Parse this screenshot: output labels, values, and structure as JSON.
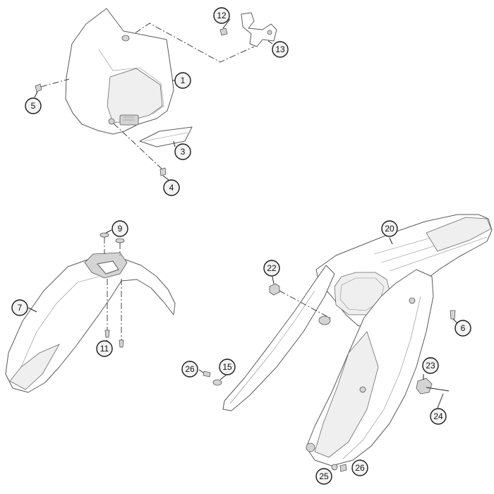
{
  "callouts": [
    {
      "id": "1",
      "label": "1"
    },
    {
      "id": "3",
      "label": "3"
    },
    {
      "id": "4",
      "label": "4"
    },
    {
      "id": "5",
      "label": "5"
    },
    {
      "id": "6",
      "label": "6"
    },
    {
      "id": "7",
      "label": "7"
    },
    {
      "id": "9",
      "label": "9"
    },
    {
      "id": "11",
      "label": "11"
    },
    {
      "id": "12",
      "label": "12"
    },
    {
      "id": "13",
      "label": "13"
    },
    {
      "id": "15",
      "label": "15"
    },
    {
      "id": "20",
      "label": "20"
    },
    {
      "id": "22",
      "label": "22"
    },
    {
      "id": "23",
      "label": "23"
    },
    {
      "id": "24",
      "label": "24"
    },
    {
      "id": "25",
      "label": "25"
    },
    {
      "id": "26a",
      "label": "26"
    },
    {
      "id": "26b",
      "label": "26"
    }
  ]
}
